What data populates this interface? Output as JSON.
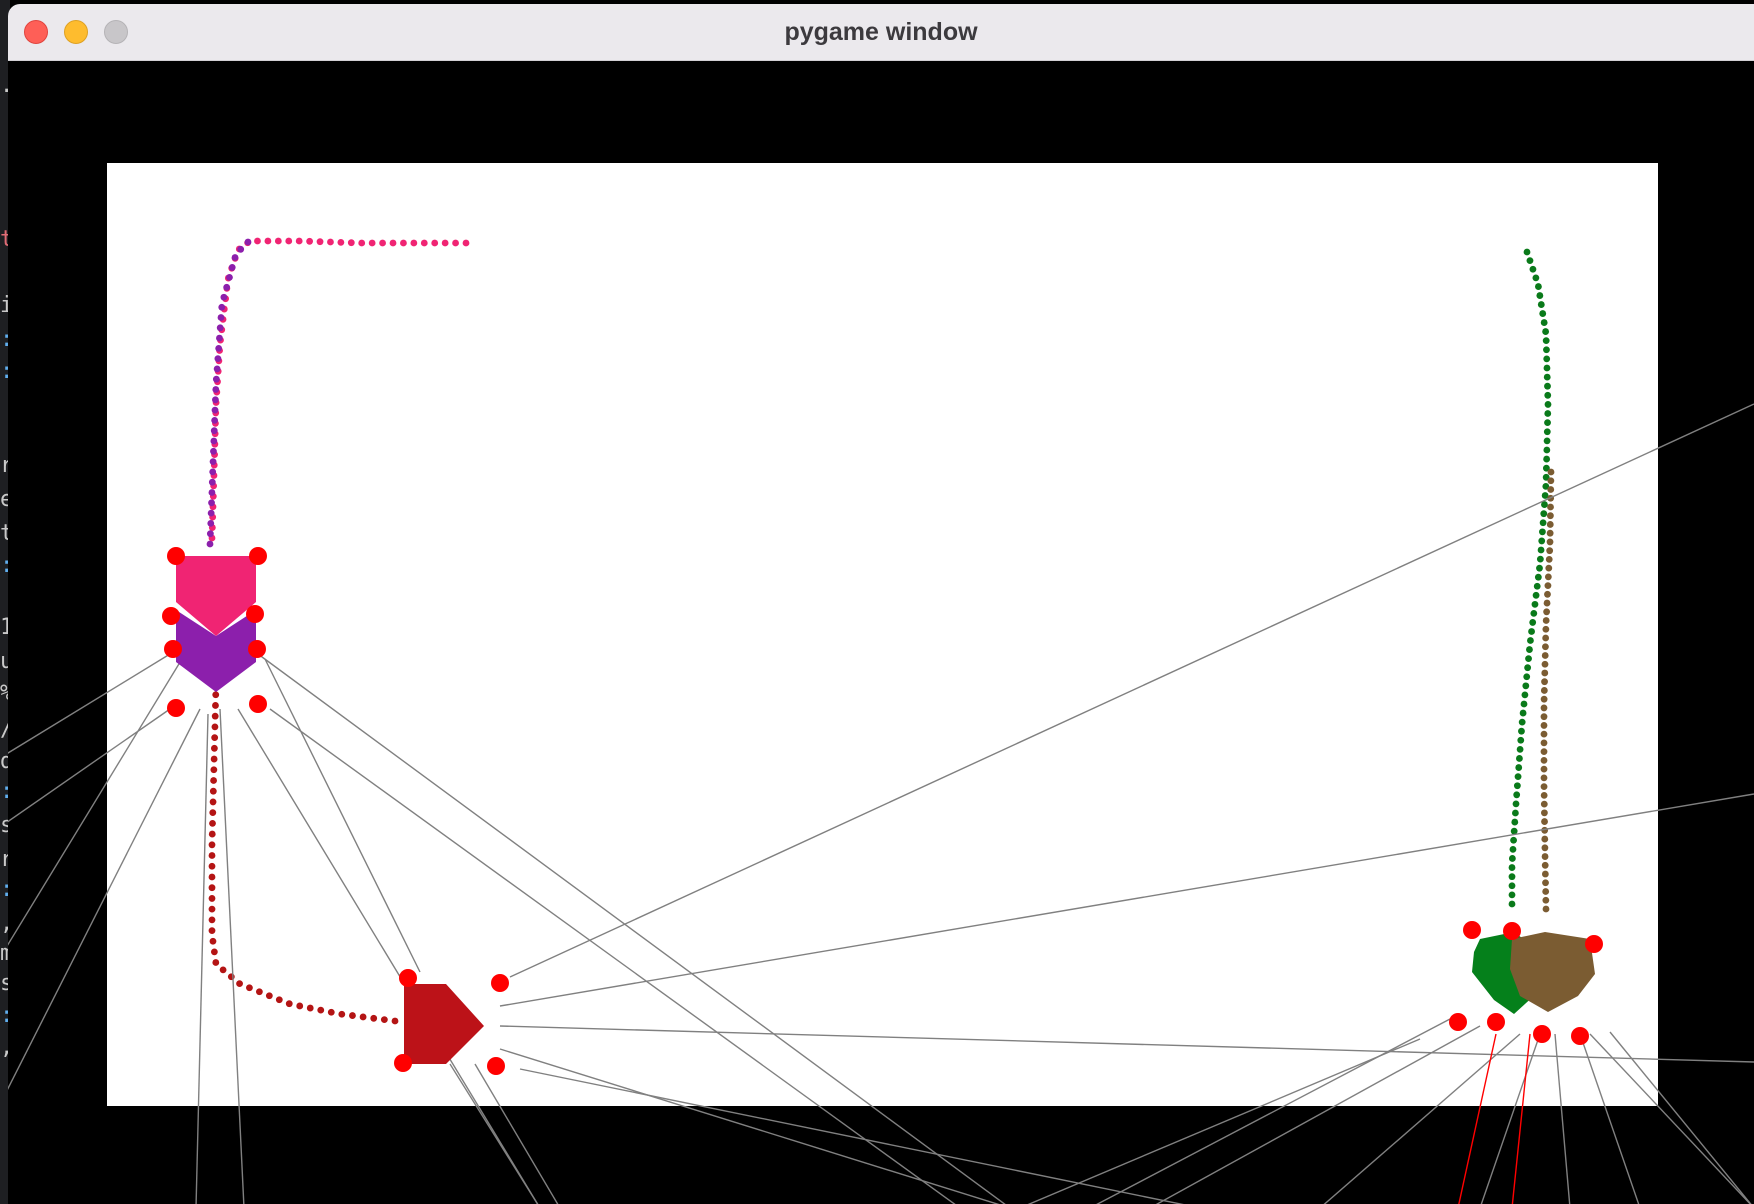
{
  "window": {
    "title": "pygame window"
  },
  "background_code_glyphs": [
    ".",
    "t",
    "i",
    ":",
    ":",
    "r",
    "e",
    "t",
    ":",
    "1",
    "u",
    "%",
    "/",
    "d",
    ":",
    "s",
    "r",
    ":",
    ",",
    "m",
    "s",
    ":",
    ","
  ],
  "colors": {
    "arena": "#ffffff",
    "pink_robot": "#f02473",
    "purple_robot": "#8c1fac",
    "red_robot": "#bc1218",
    "green_robot": "#05801b",
    "brown_robot": "#7b5c32",
    "sensor_dot": "#ff0000",
    "ray_line": "#808080",
    "trail_pink": "#f02473",
    "trail_purple": "#8c1fac",
    "trail_red": "#b41414",
    "trail_green": "#0a7a1a",
    "trail_brown": "#7b5c32"
  },
  "robots": [
    "pink-robot",
    "purple-robot",
    "red-robot",
    "green-robot",
    "brown-robot"
  ]
}
